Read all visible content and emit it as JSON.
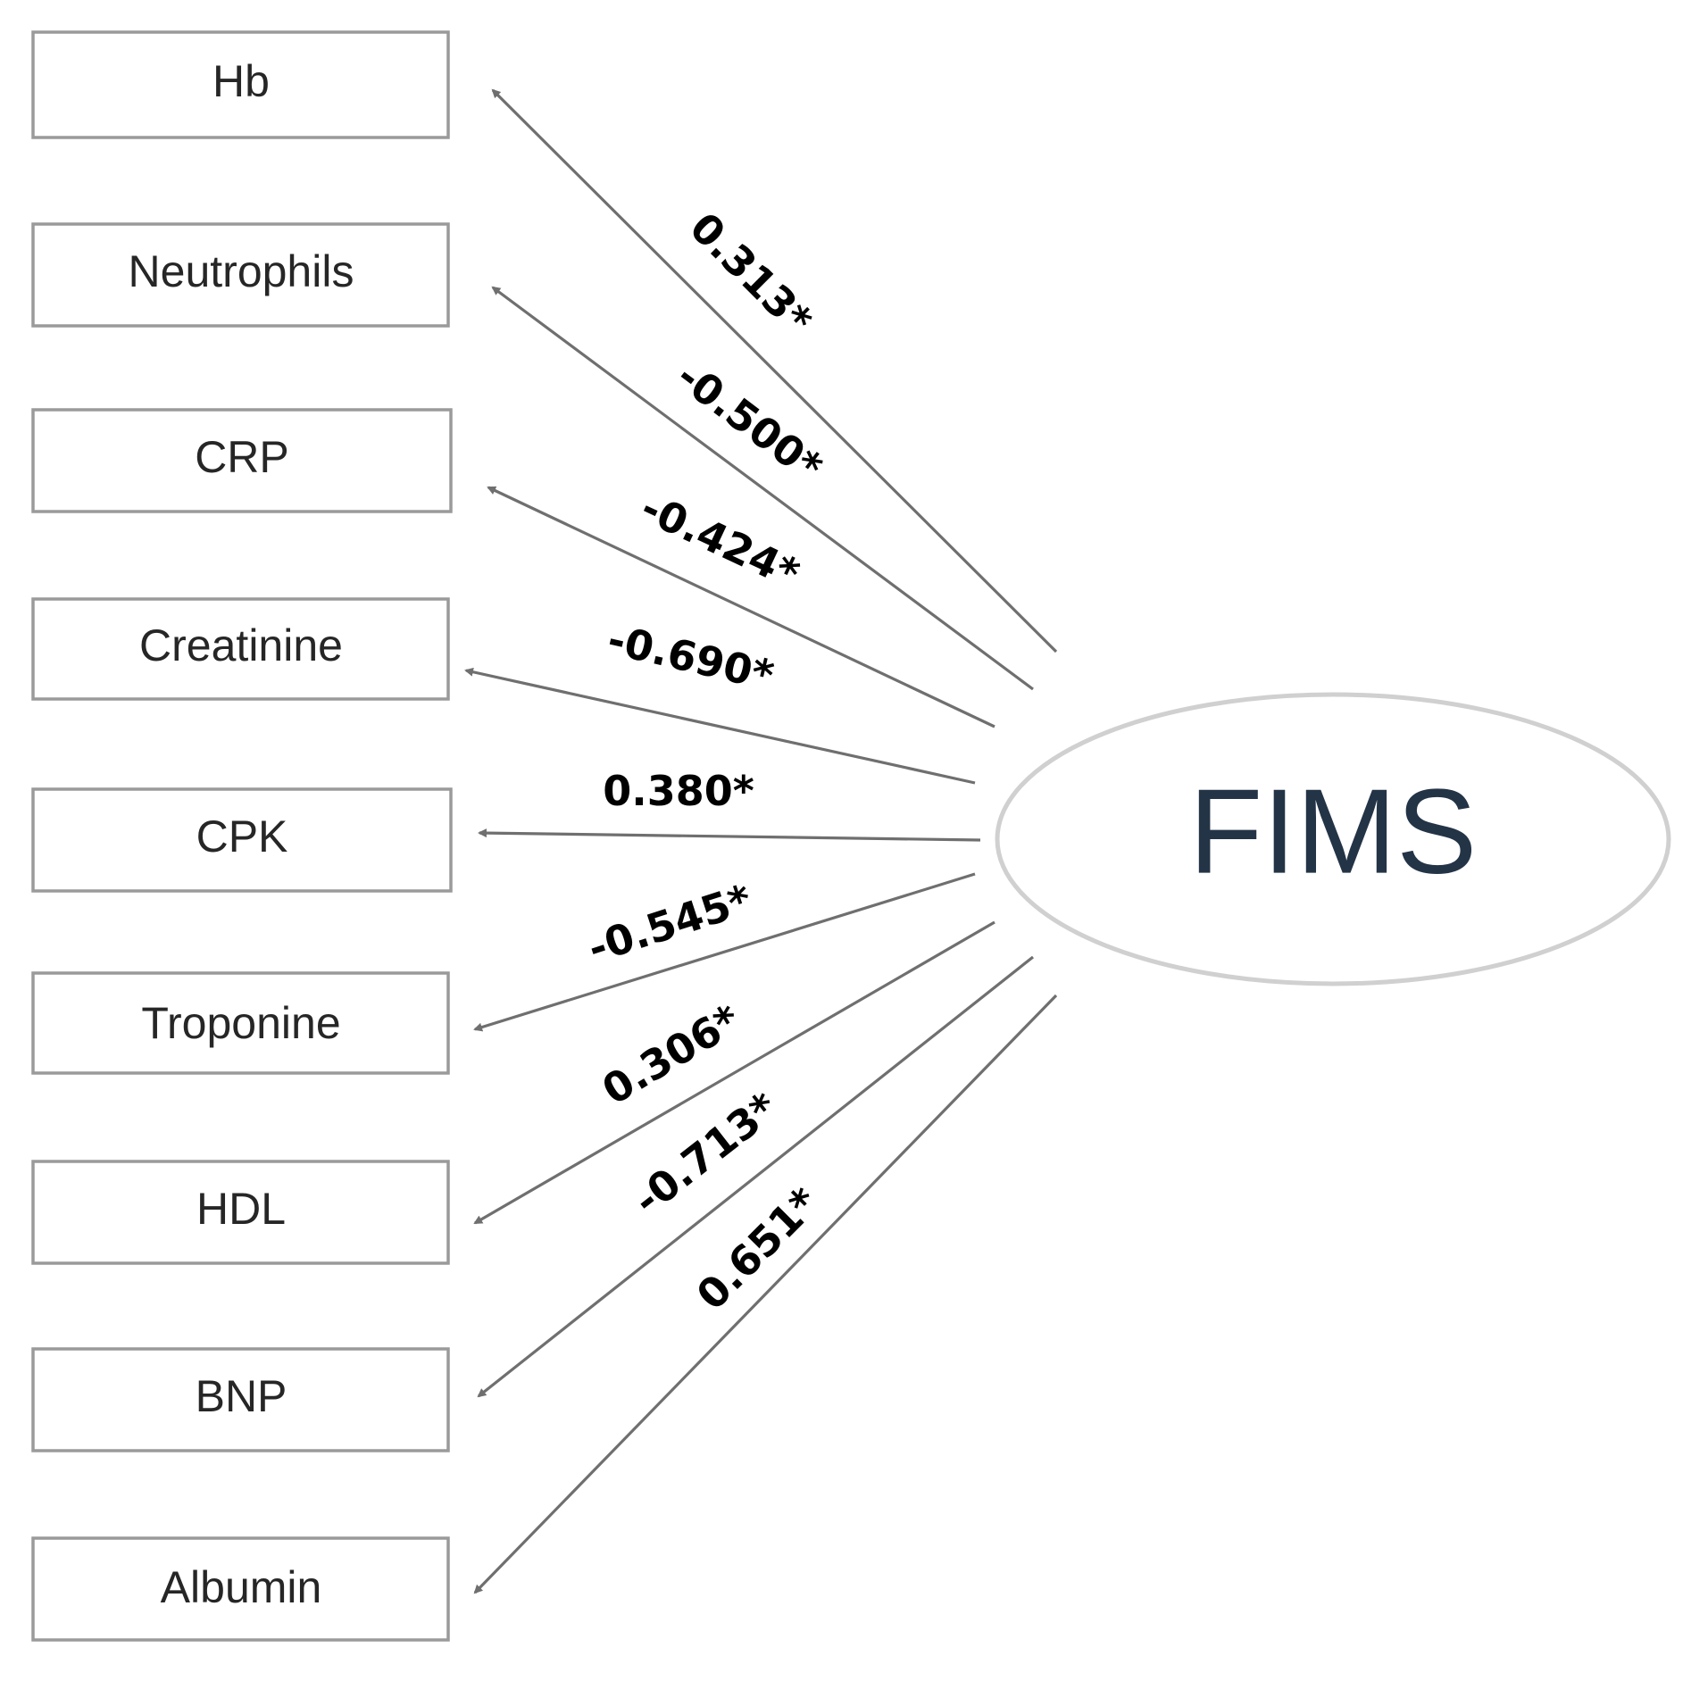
{
  "latent": {
    "label": "FIMS"
  },
  "indicators": [
    {
      "label": "Hb",
      "coefficient": "0.313*"
    },
    {
      "label": "Neutrophils",
      "coefficient": "-0.500*"
    },
    {
      "label": "CRP",
      "coefficient": "-0.424*"
    },
    {
      "label": "Creatinine",
      "coefficient": "-0.690*"
    },
    {
      "label": "CPK",
      "coefficient": "0.380*"
    },
    {
      "label": "Troponine",
      "coefficient": "-0.545*"
    },
    {
      "label": "HDL",
      "coefficient": "0.306*"
    },
    {
      "label": "BNP",
      "coefficient": "-0.713*"
    },
    {
      "label": "Albumin",
      "coefficient": "0.651*"
    }
  ],
  "colors": {
    "arrow": "#6f6f6f",
    "latent_text": "#243447",
    "box_border": "#9a9a9a"
  }
}
